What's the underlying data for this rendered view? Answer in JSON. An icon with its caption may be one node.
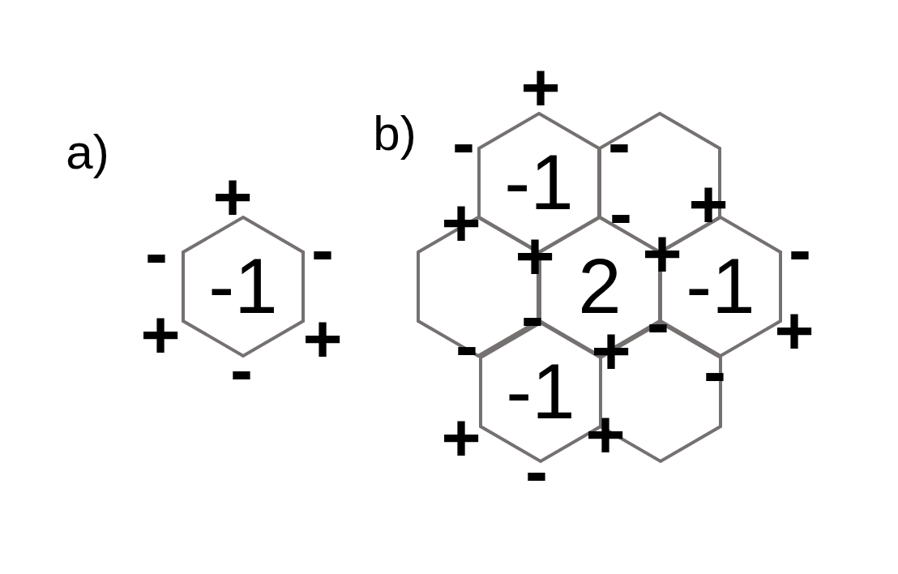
{
  "diagram": {
    "nodes": [
      {
        "text": [
          "-1"
        ]
      },
      {
        "text": [
          "-1"
        ]
      },
      {
        "text": [],
        "shape": "hexagon"
      },
      {
        "text": [],
        "shape": "hexagon"
      },
      {
        "text": [
          "2"
        ]
      },
      {
        "text": [
          "-1"
        ]
      },
      {
        "text": [
          "-1"
        ]
      },
      {
        "text": [],
        "shape": "hexagon"
      }
    ],
    "labels": [
      "a)",
      "+",
      "-",
      "-",
      "+",
      "+",
      "-",
      "b)",
      "+",
      "-",
      "-",
      "+",
      "-",
      "+",
      "+",
      "+",
      "-",
      "-",
      "-",
      "+",
      "-",
      "+",
      "-",
      "+",
      "+",
      "-"
    ]
  }
}
